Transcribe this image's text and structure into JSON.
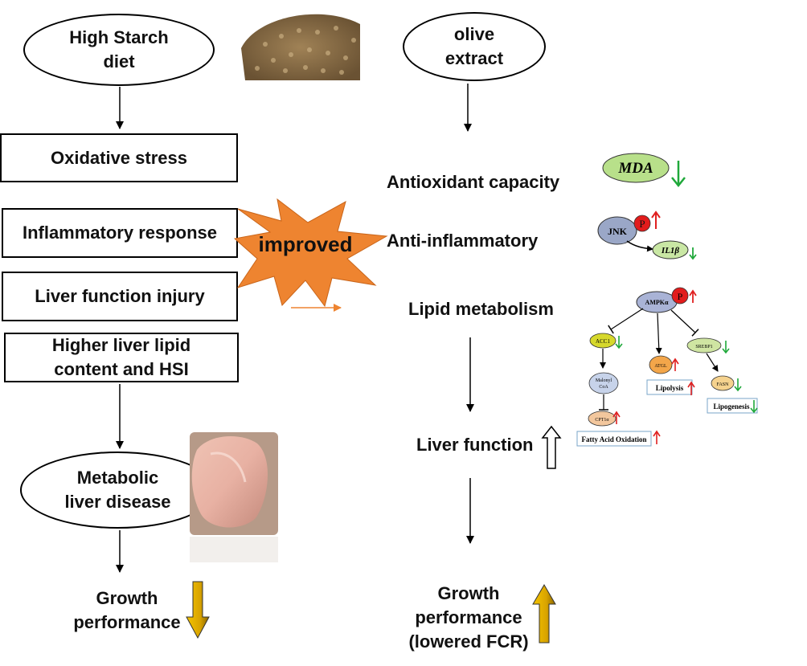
{
  "left": {
    "diet": "High Starch diet",
    "stress": "Oxidative stress",
    "inflammation": "Inflammatory response",
    "liver_injury": "Liver function injury",
    "lipid": "Higher liver lipid content and HSI",
    "disease": "Metabolic liver disease",
    "growth": "Growth performance"
  },
  "burst": {
    "text": "improved"
  },
  "right": {
    "extract": "olive extract",
    "antioxidant": "Antioxidant capacity",
    "anti_inflammatory": "Anti-inflammatory",
    "lipid_metabolism": "Lipid metabolism",
    "liver_function": "Liver function",
    "growth": "Growth performance (lowered FCR)"
  },
  "pathway": {
    "mda": "MDA",
    "jnk": "JNK",
    "p": "P",
    "il1b": "IL1β",
    "ampk": "AMPKα",
    "acc1": "ACC1",
    "atgl": "ATGL",
    "srebp1": "SREBP1",
    "malonyl": "Malonyl CoA",
    "malonyl_line1": "Malonyl",
    "malonyl_line2": "CoA",
    "cpt1": "CPT1α",
    "fasn": "FASN",
    "lipolysis": "Lipolysis",
    "lipogenesis": "Lipogenesis",
    "fao": "Fatty Acid Oxidation"
  },
  "colors": {
    "up": "#e02020",
    "down": "#1fa83a",
    "burst": "#ee8430",
    "gold": "#d9a400",
    "mda_fill": "#b8e08a",
    "jnk_fill": "#9aa7c7",
    "il1b_fill": "#c9e7a4",
    "ampk_fill": "#a9b3d6",
    "acc1_fill": "#d6d82c",
    "atgl_fill": "#f3a64a",
    "srebp1_fill": "#cfe5a2",
    "malonyl_fill": "#c7d3ea",
    "cpt1_fill": "#f3c79d",
    "fasn_fill": "#f5d28e"
  }
}
